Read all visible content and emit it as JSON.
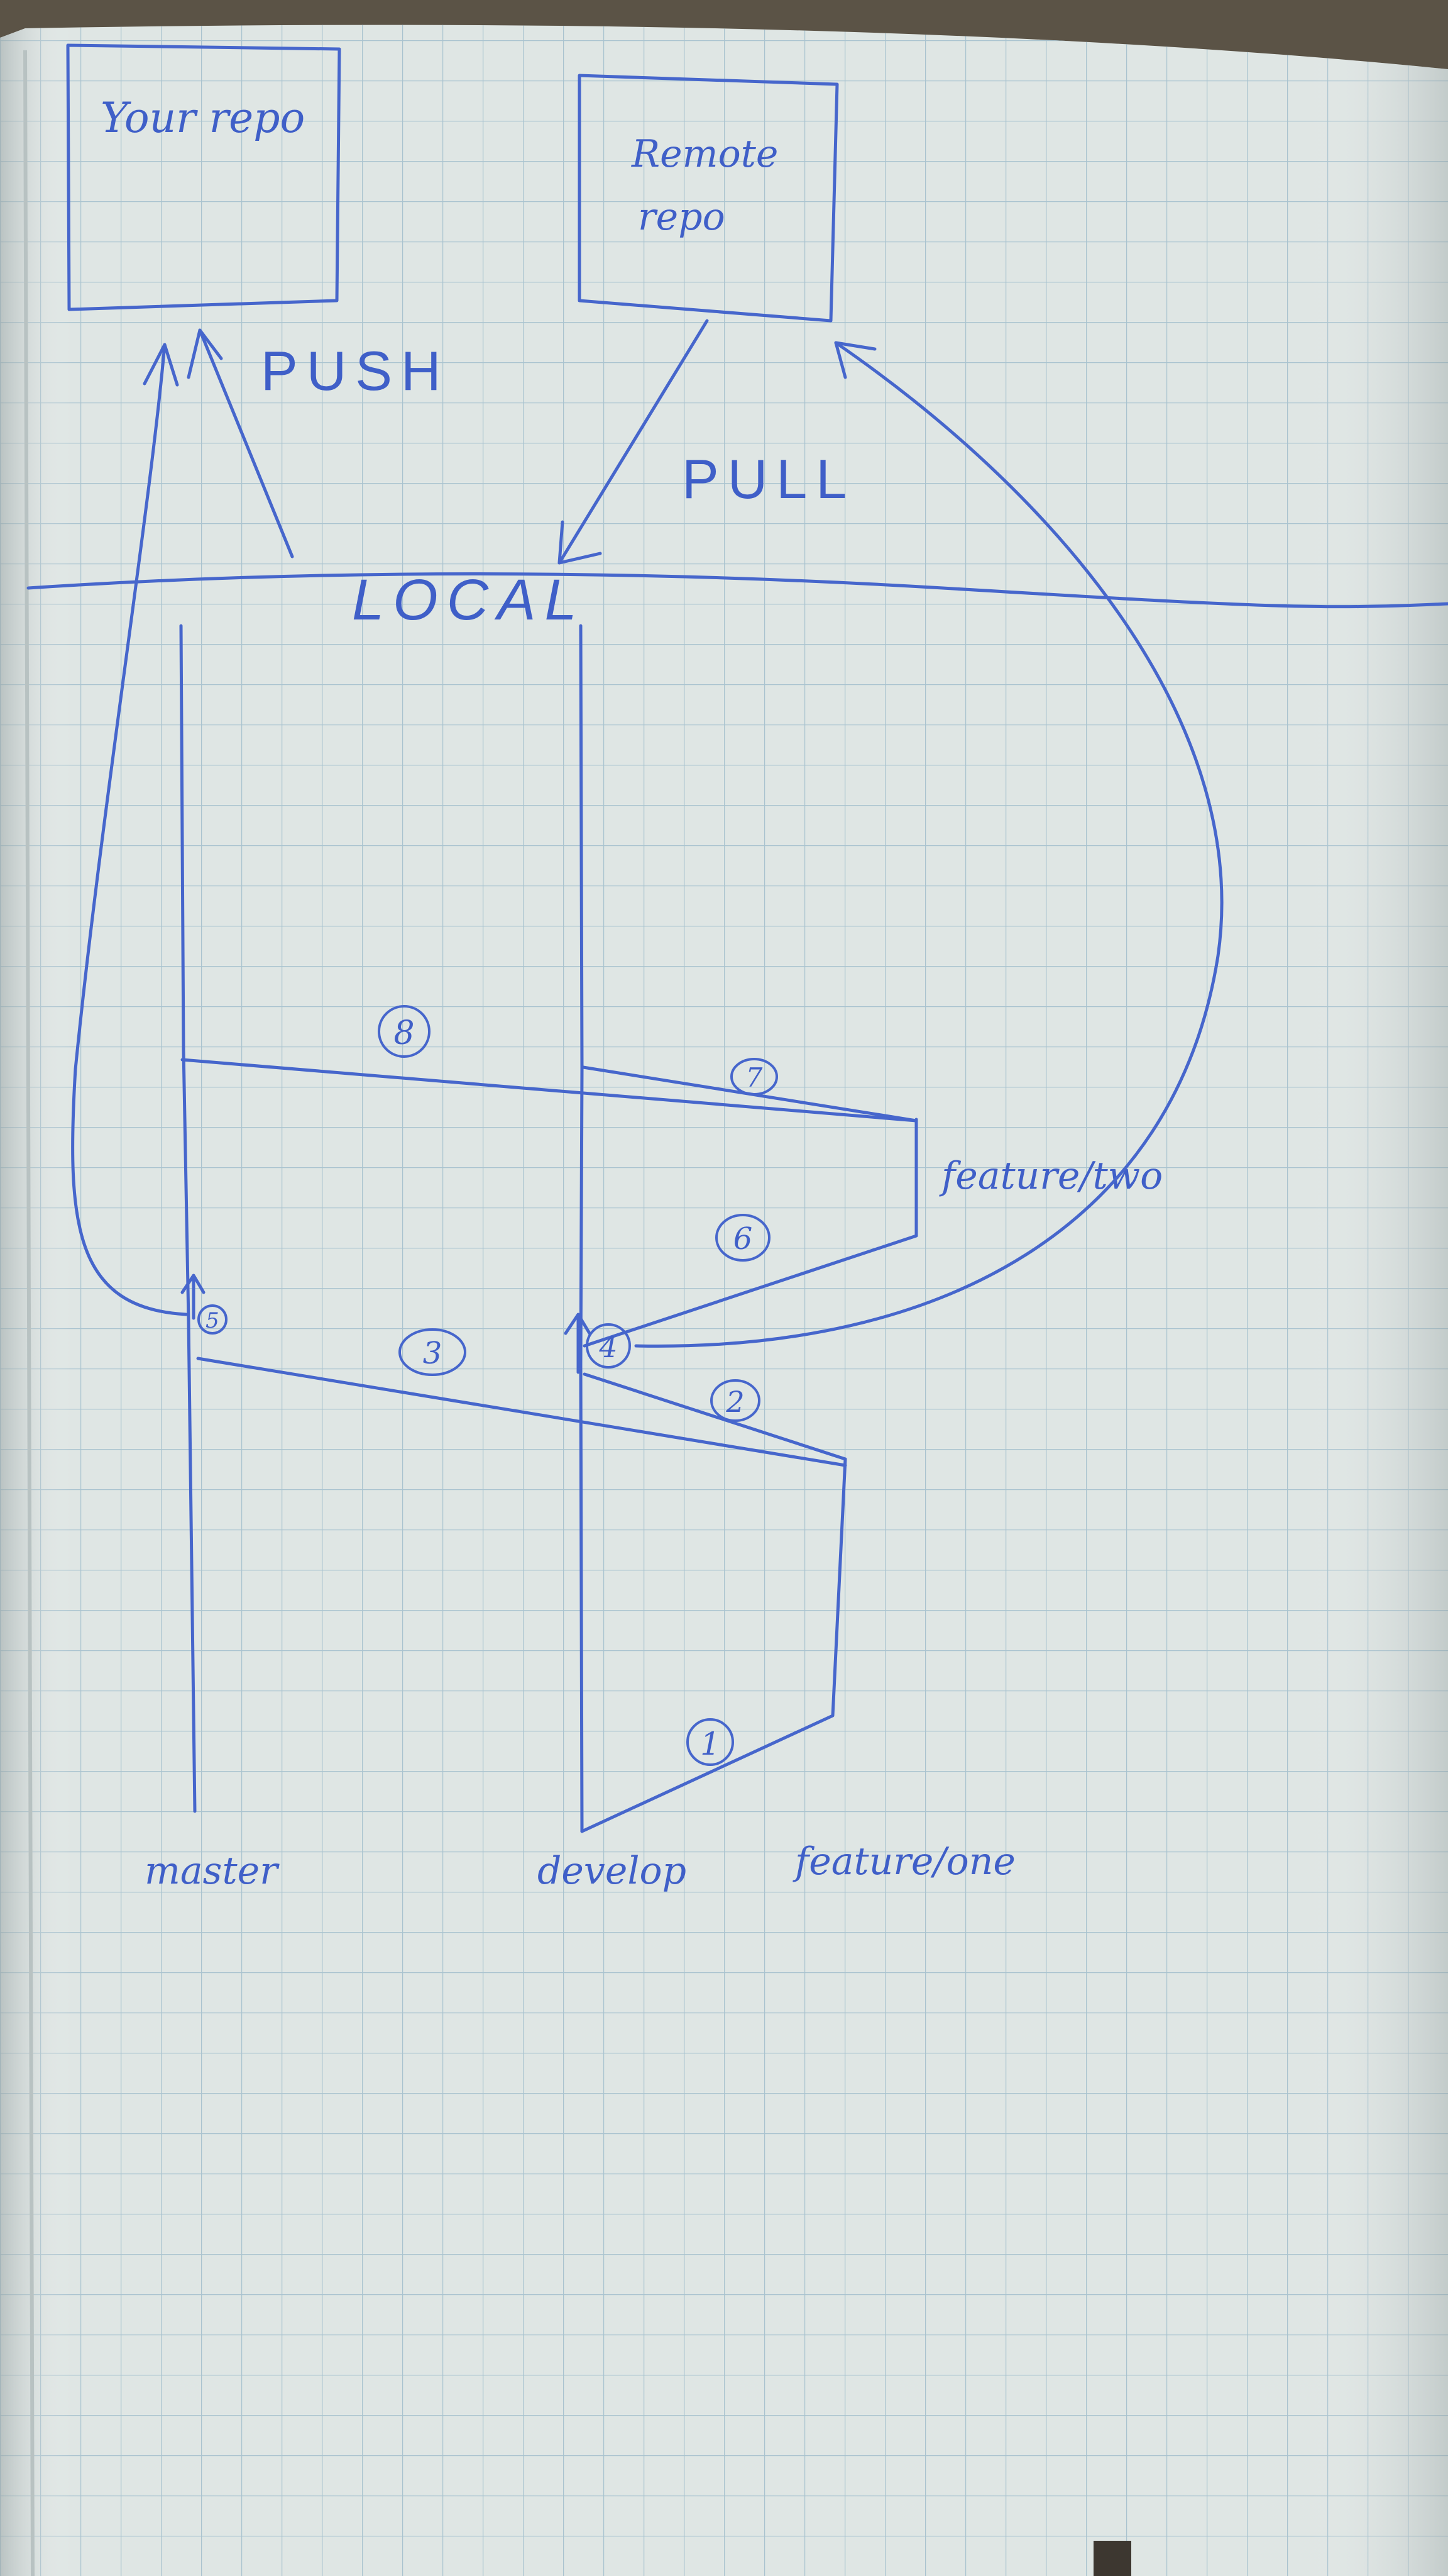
{
  "boxes": {
    "your_repo": "Your repo",
    "remote_repo_line1": "Remote",
    "remote_repo_line2": "repo"
  },
  "labels": {
    "push": "PUSH",
    "pull": "PULL",
    "local": "LOCAL"
  },
  "branches": {
    "master": "master",
    "develop": "develop",
    "feature_one": "feature/one",
    "feature_two": "feature/two"
  },
  "steps": [
    "1",
    "2",
    "3",
    "4",
    "5",
    "6",
    "7",
    "8"
  ],
  "colors": {
    "paper": "#dfe6e4",
    "grid": "#a9c3cf",
    "ink": "#4666cc",
    "background": "#5b5346"
  }
}
